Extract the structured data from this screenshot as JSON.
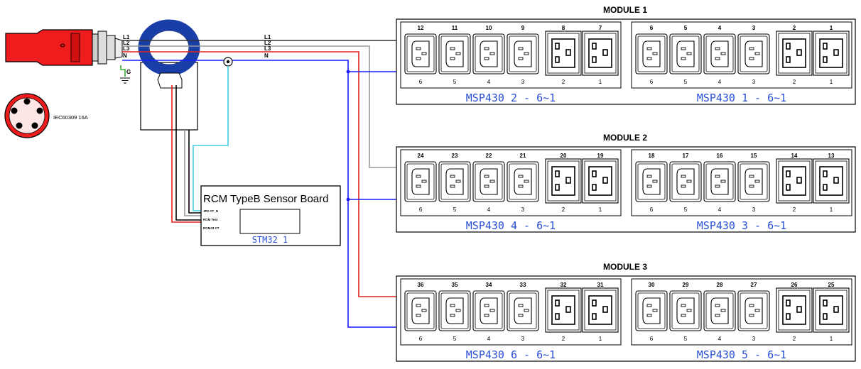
{
  "plug": {
    "line_labels": [
      "L1",
      "L2",
      "L3",
      "N"
    ],
    "ground_label": "G",
    "socket_label": "IEC60309 16A"
  },
  "wire_labels": [
    "L1",
    "L2",
    "L3",
    "N"
  ],
  "sensor_board": {
    "title": "RCM TypeB Sensor Board",
    "pins": [
      "JP2 CT_N",
      "RCM Test",
      "RCMJ3 CT"
    ],
    "mcu_label": "STM32  1"
  },
  "colors": {
    "L1": "#333333",
    "L2": "#999999",
    "L3": "#e02020",
    "N": "#1a1aff",
    "G": "#2fae2f",
    "ct_ring": "#1a3ea8",
    "ct_sense": "#3ad0e0",
    "controller_text": "#2a4fd6"
  },
  "modules": [
    {
      "title": "MODULE 1",
      "banks": [
        {
          "controller": "MSP430  2  -  6~1",
          "outlets": [
            "12",
            "11",
            "10",
            "9",
            "8",
            "7"
          ],
          "sublabels": [
            "6",
            "5",
            "4",
            "3",
            "2",
            "1"
          ]
        },
        {
          "controller": "MSP430  1  -  6~1",
          "outlets": [
            "6",
            "5",
            "4",
            "3",
            "2",
            "1"
          ],
          "sublabels": [
            "6",
            "5",
            "4",
            "3",
            "2",
            "1"
          ]
        }
      ]
    },
    {
      "title": "MODULE 2",
      "banks": [
        {
          "controller": "MSP430  4  -  6~1",
          "outlets": [
            "24",
            "23",
            "22",
            "21",
            "20",
            "19"
          ],
          "sublabels": [
            "6",
            "5",
            "4",
            "3",
            "2",
            "1"
          ]
        },
        {
          "controller": "MSP430  3  -  6~1",
          "outlets": [
            "18",
            "17",
            "16",
            "15",
            "14",
            "13"
          ],
          "sublabels": [
            "6",
            "5",
            "4",
            "3",
            "2",
            "1"
          ]
        }
      ]
    },
    {
      "title": "MODULE 3",
      "banks": [
        {
          "controller": "MSP430  6  -  6~1",
          "outlets": [
            "36",
            "35",
            "34",
            "33",
            "32",
            "31"
          ],
          "sublabels": [
            "6",
            "5",
            "4",
            "3",
            "2",
            "1"
          ]
        },
        {
          "controller": "MSP430  5  -  6~1",
          "outlets": [
            "30",
            "29",
            "28",
            "27",
            "26",
            "25"
          ],
          "sublabels": [
            "6",
            "5",
            "4",
            "3",
            "2",
            "1"
          ]
        }
      ]
    }
  ]
}
